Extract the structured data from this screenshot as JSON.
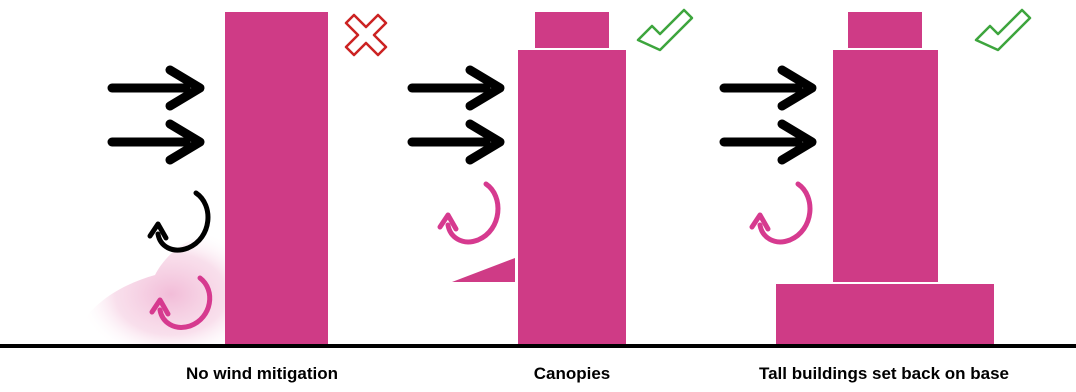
{
  "panels": [
    {
      "caption": "No wind mitigation",
      "verdict": "fail"
    },
    {
      "caption": "Canopies",
      "verdict": "pass"
    },
    {
      "caption": "Tall buildings set back on base",
      "verdict": "pass"
    }
  ],
  "colors": {
    "building": "#cf3b86",
    "swirl": "#d63a8f",
    "wind_arrow": "#000000",
    "ground": "#000000",
    "cross": "#cc2222",
    "check": "#3da53d",
    "turbulence": "#f1b9d6"
  },
  "icons": {
    "fail": "cross-icon",
    "pass": "check-icon",
    "wind": "wind-arrow-icon",
    "eddy": "eddy-swirl-icon"
  }
}
